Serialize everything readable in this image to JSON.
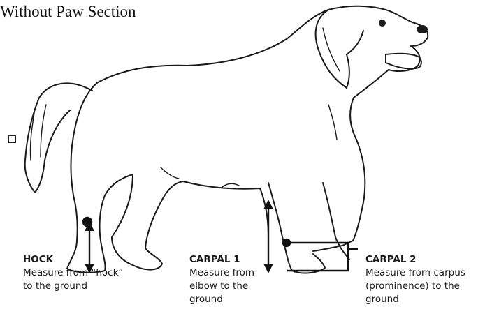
{
  "title": "Without Paw Section",
  "labels": {
    "hock": {
      "heading": "HOCK",
      "line1": "Measure from “hock”",
      "line2": "to the ground"
    },
    "carpal1": {
      "heading": "CARPAL 1",
      "line1": "Measure from",
      "line2": "elbow to the",
      "line3": "ground"
    },
    "carpal2": {
      "heading": "CARPAL 2",
      "line1": "Measure from carpus",
      "line2": "(prominence) to the",
      "line3": "ground"
    }
  },
  "icons": [
    "checkbox-icon",
    "dog-illustration",
    "hock-arrow-icon",
    "carpal1-arrow-icon",
    "carpal2-bracket-icon"
  ],
  "colors": {
    "ink": "#1a1a1a",
    "background": "#ffffff"
  }
}
